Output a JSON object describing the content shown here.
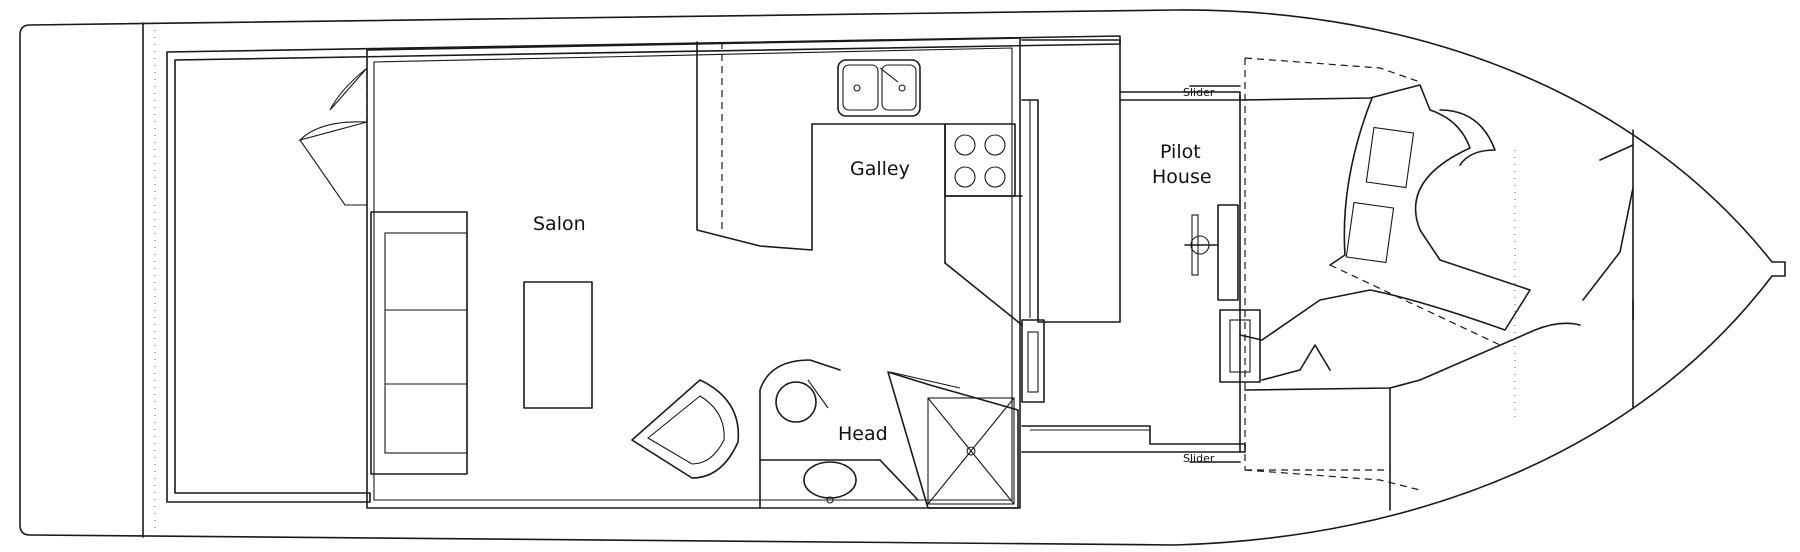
{
  "rooms": {
    "salon": "Salon",
    "galley": "Galley",
    "pilot_house_line1": "Pilot",
    "pilot_house_line2": "House",
    "head": "Head"
  },
  "doors": {
    "slider_top": "Slider",
    "slider_bottom": "Slider"
  }
}
